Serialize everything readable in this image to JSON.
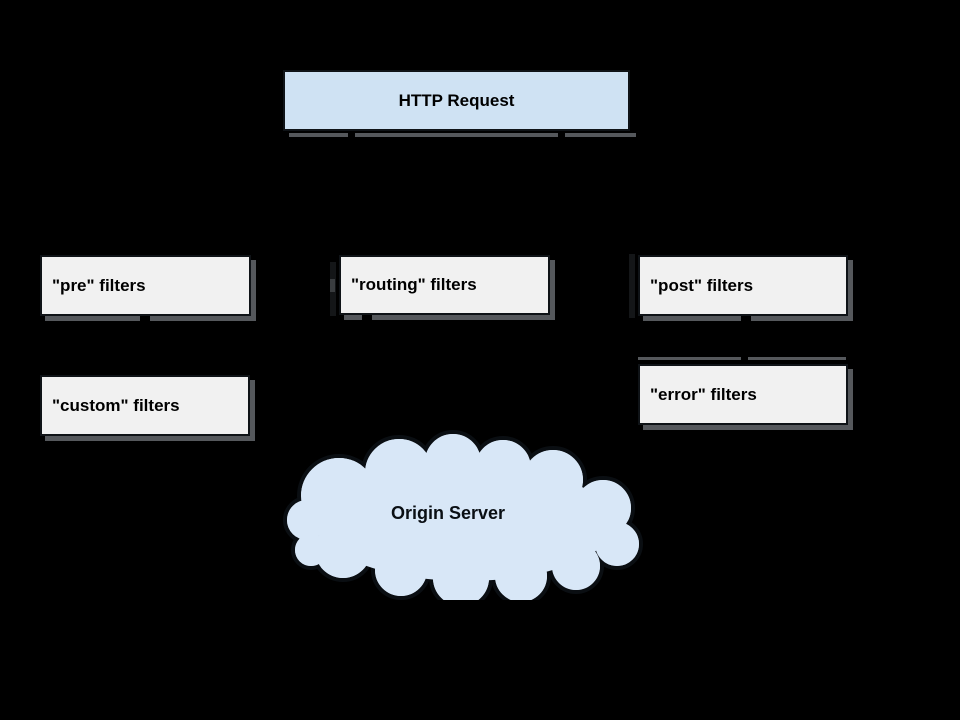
{
  "nodes": {
    "http": {
      "label": "HTTP Request"
    },
    "pre": {
      "label": "\"pre\" filters"
    },
    "routing": {
      "label": "\"routing\" filters"
    },
    "post": {
      "label": "\"post\" filters"
    },
    "error": {
      "label": "\"error\" filters"
    },
    "custom": {
      "label": "\"custom\" filters"
    },
    "origin": {
      "label": "Origin Server"
    }
  },
  "colors": {
    "background": "#000000",
    "box_blue_fill": "#cfe2f3",
    "box_gray_fill": "#f1f1f1",
    "cloud_fill": "#d8e7f7",
    "border": "#0f1317",
    "shadow": "#55585c",
    "text": "#000000"
  }
}
